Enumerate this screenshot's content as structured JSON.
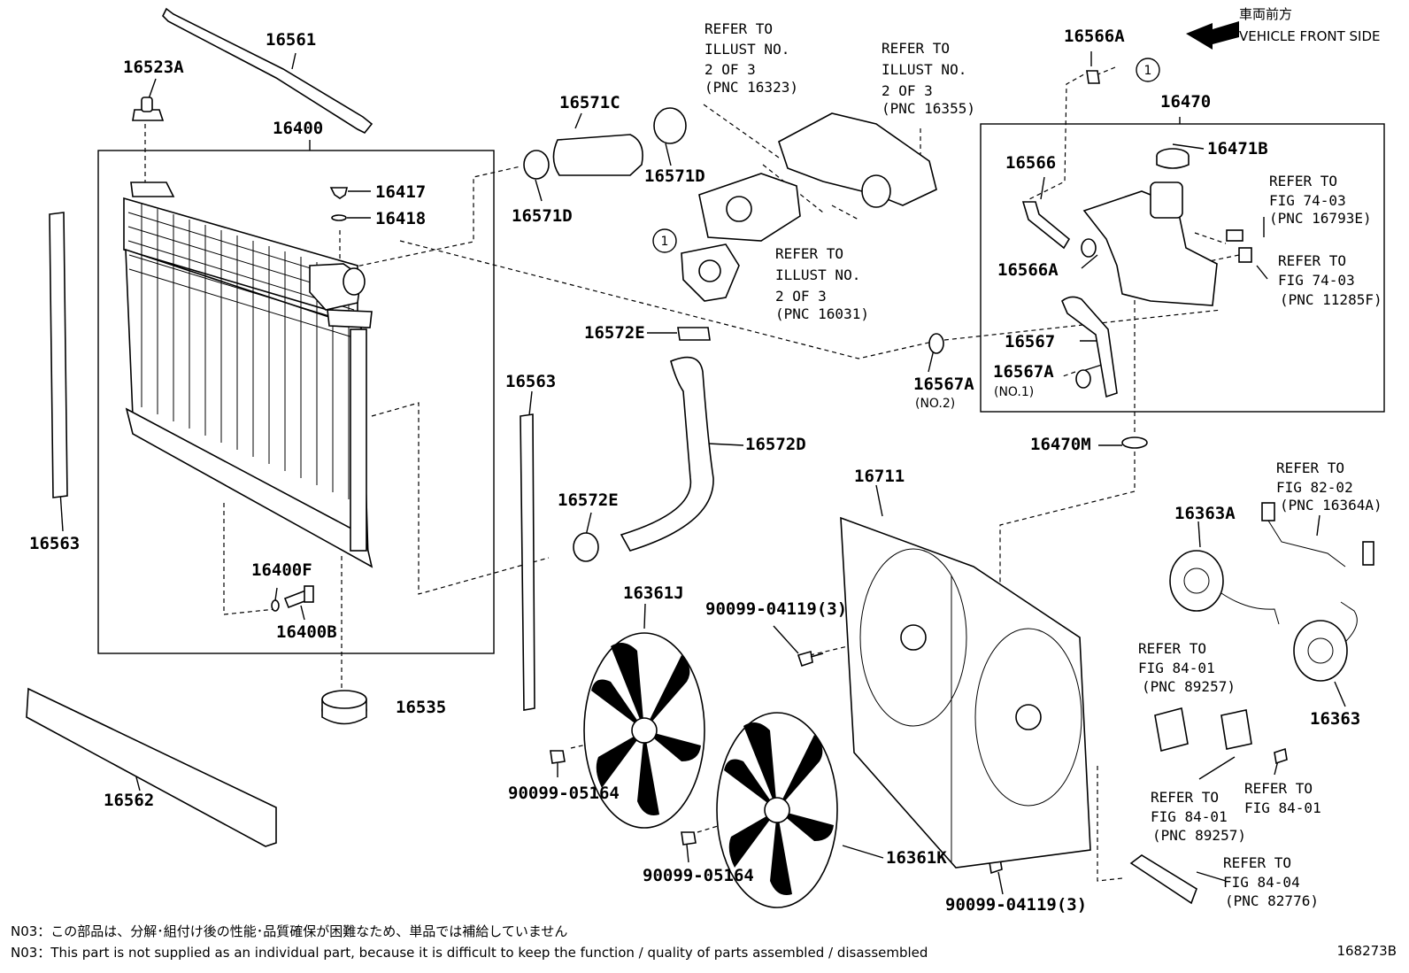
{
  "orientation": {
    "japanese": "車両前方",
    "english": "VEHICLE FRONT SIDE"
  },
  "parts": {
    "p16561": "16561",
    "p16523A": "16523A",
    "p16400": "16400",
    "p16417": "16417",
    "p16418": "16418",
    "p16563_left": "16563",
    "p16563_right": "16563",
    "p16400F": "16400F",
    "p16400B": "16400B",
    "p16535": "16535",
    "p16562": "16562",
    "p16571C": "16571C",
    "p16571D_top": "16571D",
    "p16571D_left": "16571D",
    "p16572E_top": "16572E",
    "p16572D": "16572D",
    "p16572E_bottom": "16572E",
    "p16361J": "16361J",
    "p16361K": "16361K",
    "p90099_04119_top": "90099-04119(3)",
    "p90099_04119_bottom": "90099-04119(3)",
    "p90099_05164_top": "90099-05164",
    "p90099_05164_bottom": "90099-05164",
    "p16711": "16711",
    "p16566A_top": "16566A",
    "p16470": "16470",
    "p16471B": "16471B",
    "p16566": "16566",
    "p16566A_mid": "16566A",
    "p16567": "16567",
    "p16567A_right": "16567A",
    "p16567A_right_sub": "(NO.1)",
    "p16567A_left": "16567A",
    "p16567A_left_sub": "(NO.2)",
    "p16470M": "16470M",
    "p16363A": "16363A",
    "p16363": "16363"
  },
  "callout_marker": "1",
  "references": {
    "illust_16323": [
      "REFER TO",
      "ILLUST NO.",
      "2 OF 3",
      "(PNC 16323)"
    ],
    "illust_16355": [
      "REFER TO",
      "ILLUST NO.",
      "2 OF 3",
      "(PNC 16355)"
    ],
    "illust_16031": [
      "REFER TO",
      "ILLUST NO.",
      "2 OF 3",
      "(PNC 16031)"
    ],
    "fig_74_03_a": [
      "REFER TO",
      "FIG 74-03",
      "(PNC 16793E)"
    ],
    "fig_74_03_b": [
      "REFER TO",
      "FIG 74-03",
      "(PNC 11285F)"
    ],
    "fig_82_02": [
      "REFER TO",
      "FIG 82-02",
      "(PNC 16364A)"
    ],
    "fig_84_01_a": [
      "REFER TO",
      "FIG 84-01",
      "(PNC 89257)"
    ],
    "fig_84_01_b": [
      "REFER TO",
      "FIG 84-01",
      "(PNC 89257)"
    ],
    "fig_84_01_c": [
      "REFER TO",
      "FIG 84-01"
    ],
    "fig_84_04": [
      "REFER TO",
      "FIG 84-04",
      "(PNC 82776)"
    ]
  },
  "notes": {
    "jp": "N03：この部品は、分解･組付け後の性能･品質確保が困難なため、単品では補給していません",
    "en": "N03：This part is not supplied as an individual part, because it is difficult to keep the function / quality of parts assembled / disassembled"
  },
  "drawing_number": "168273B"
}
